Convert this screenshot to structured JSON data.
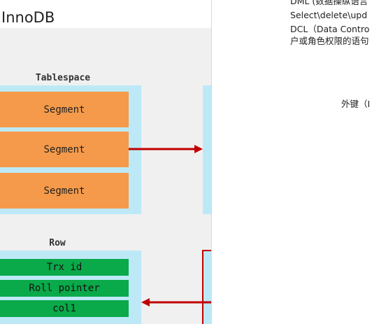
{
  "left": {
    "title": "InnoDB",
    "tablespace": {
      "label": "Tablespace",
      "segments": [
        "Segment",
        "Segment",
        "Segment"
      ]
    },
    "row": {
      "label": "Row",
      "fields": [
        "Trx id",
        "Roll pointer",
        "col1"
      ]
    },
    "colors": {
      "segment": "#f59a4a",
      "row_field": "#0aa94a",
      "container": "#bde9f7",
      "arrow": "#c00000"
    }
  },
  "right": {
    "notes": [
      "DML (数据操纵语言",
      "Select\\delete\\upd",
      "DCL（Data Contro",
      "户或角色权限的语句"
    ],
    "foreign_key_label": "外键（I"
  }
}
